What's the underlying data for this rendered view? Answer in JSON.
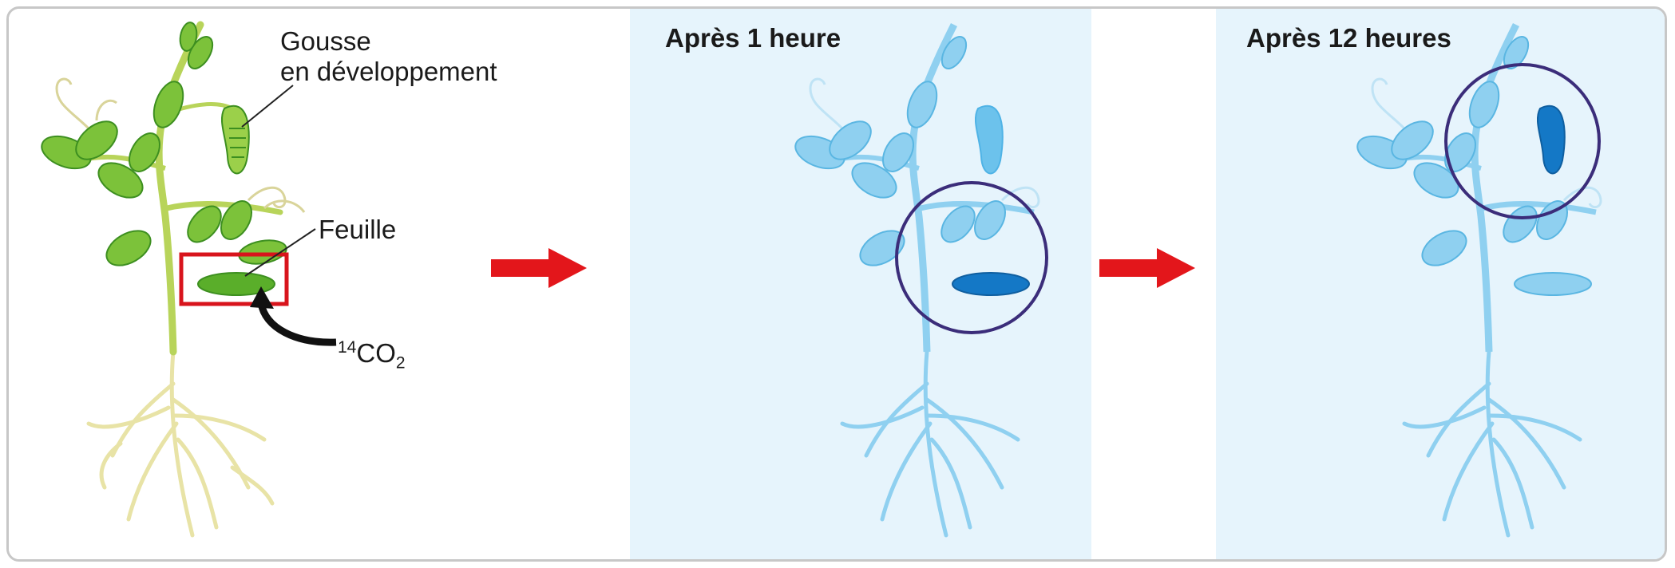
{
  "labels": {
    "pod_line1": "Gousse",
    "pod_line2": "en développement",
    "leaf": "Feuille",
    "co2_mass": "14",
    "co2_base": "CO",
    "co2_sub": "2"
  },
  "panels": [
    {
      "title": ""
    },
    {
      "title": "Après 1 heure"
    },
    {
      "title": "Après 12 heures"
    }
  ],
  "colors": {
    "leaf_green": "#7cc23a",
    "leaf_dark_green": "#3d8f20",
    "stem_green": "#b8d45a",
    "root_cream": "#e8e3a6",
    "light_blue": "#8fd0f0",
    "medium_blue": "#4fb3e6",
    "dark_blue": "#1478c6",
    "panel_bg": "#e6f4fc",
    "arrow_red": "#e3161b",
    "box_red": "#d8141c",
    "circle_purple": "#3b2d7a"
  },
  "icons": {
    "process_arrow": "right-arrow-icon",
    "curved_arrow": "curved-arrow-icon"
  }
}
